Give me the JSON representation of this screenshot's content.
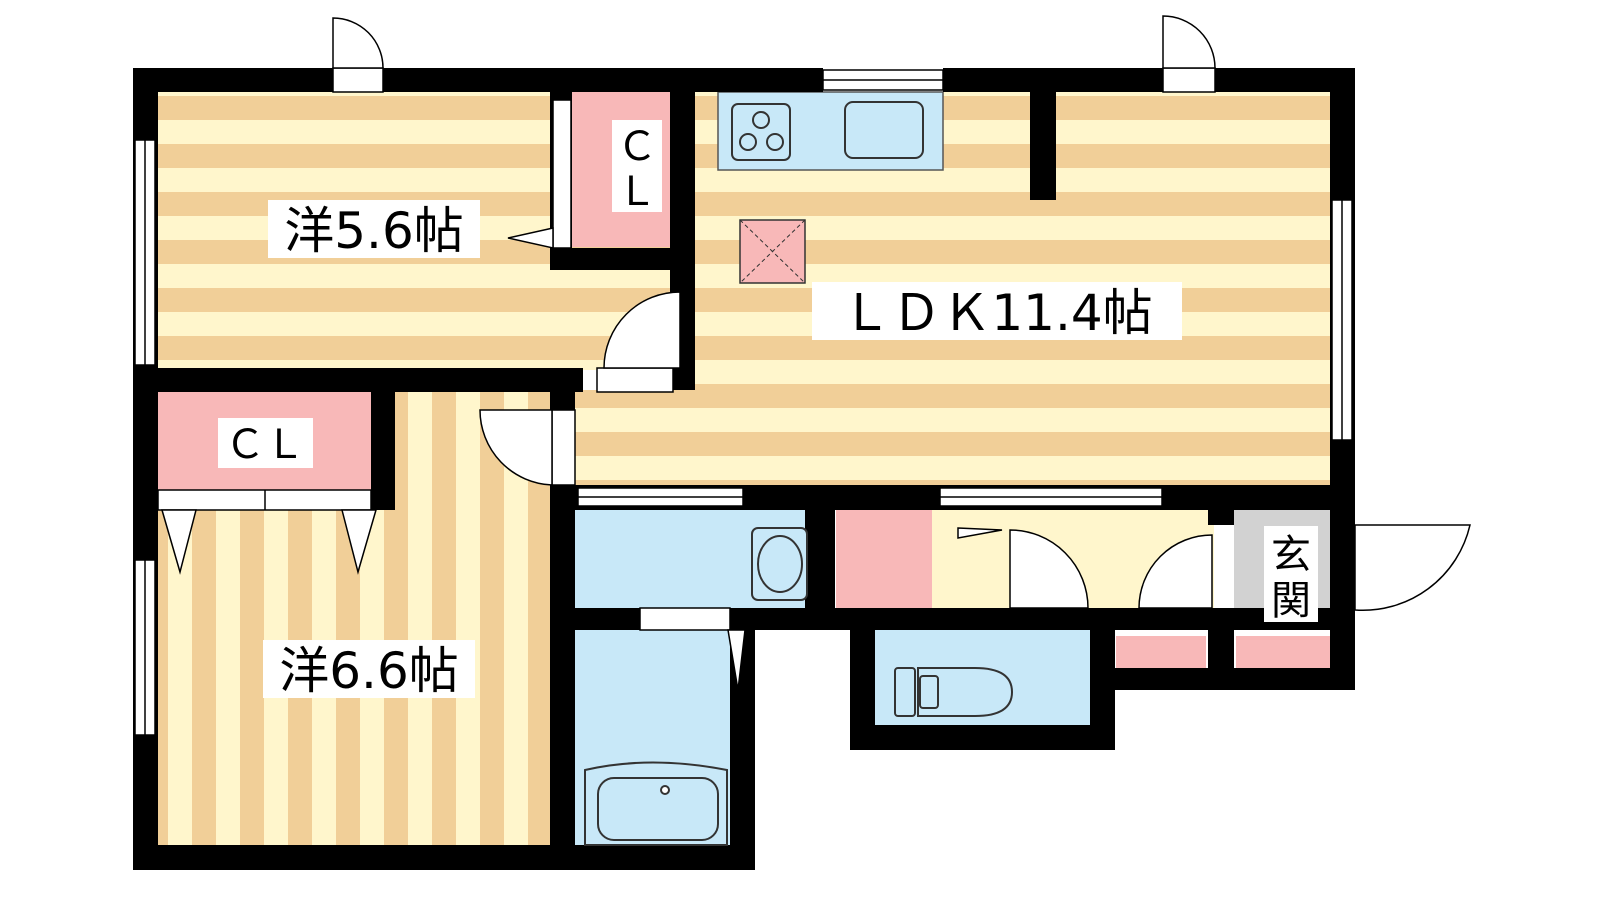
{
  "rooms": {
    "western_a": {
      "label": "洋5.6帖"
    },
    "western_b": {
      "label": "洋6.6帖"
    },
    "ldk": {
      "label": "ＬＤＫ11.4帖"
    },
    "closet_a": {
      "label_top": "Ｃ",
      "label_bottom": "Ｌ"
    },
    "closet_b": {
      "label": "ＣＬ"
    },
    "entrance": {
      "label_top": "玄",
      "label_bottom": "関"
    }
  },
  "colors": {
    "wall": "#000000",
    "floor_light": "#fff6cc",
    "floor_stripe": "#f1cf98",
    "closet": "#f8b8b8",
    "wet_area": "#c8e8f8",
    "genkan_floor": "#d2d2d2",
    "hall_floor": "#fff6cc",
    "fixture_stroke": "#555555"
  }
}
